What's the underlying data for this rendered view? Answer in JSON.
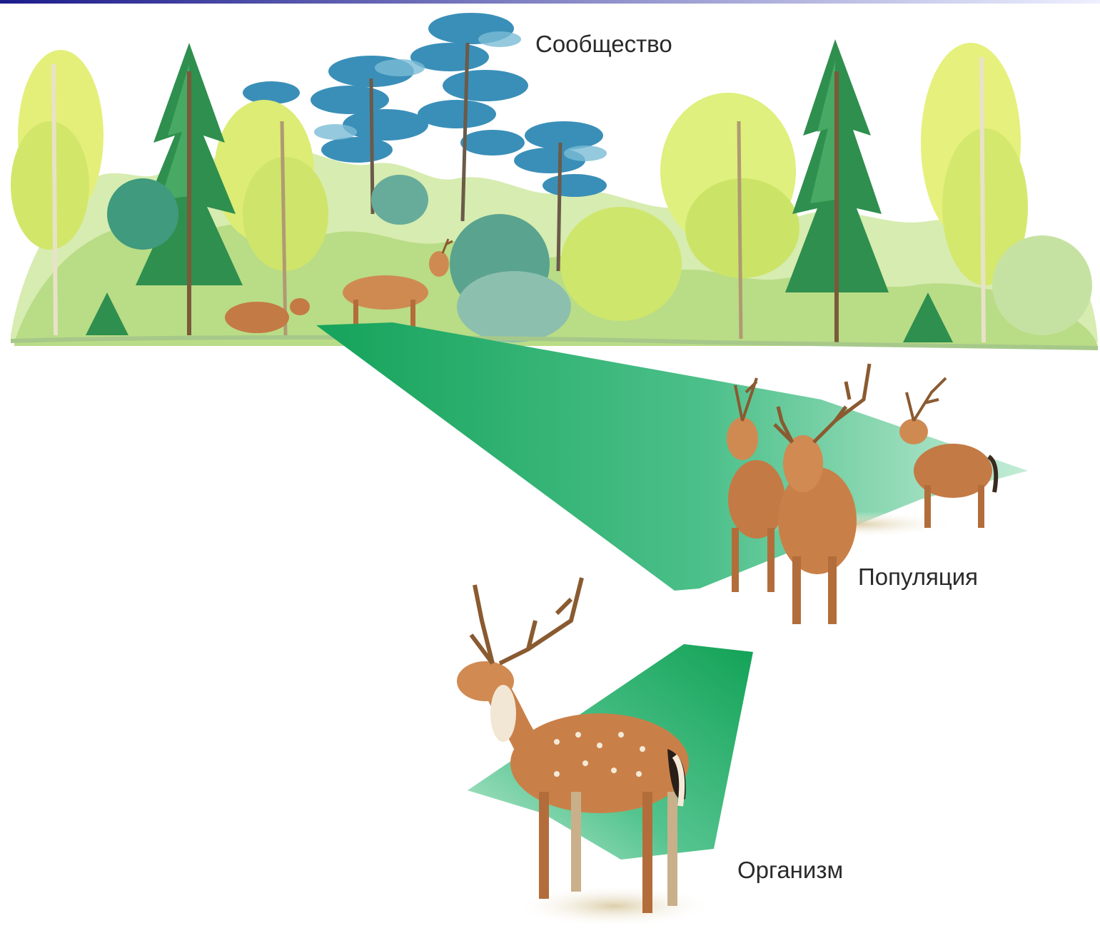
{
  "labels": {
    "community": "Сообщество",
    "population": "Популяция",
    "organism": "Организм"
  },
  "colors": {
    "top_bar_start": "#1c1c8c",
    "top_bar_end": "#eef0ff",
    "beam": "#1aa85a",
    "forest_light": "#cfe86a",
    "forest_yellow": "#e3ef72",
    "spruce": "#2f8f4e",
    "pine": "#2d7fa8",
    "deer": "#c47a45"
  },
  "icons": [
    "forest-illustration",
    "deer-icon"
  ]
}
